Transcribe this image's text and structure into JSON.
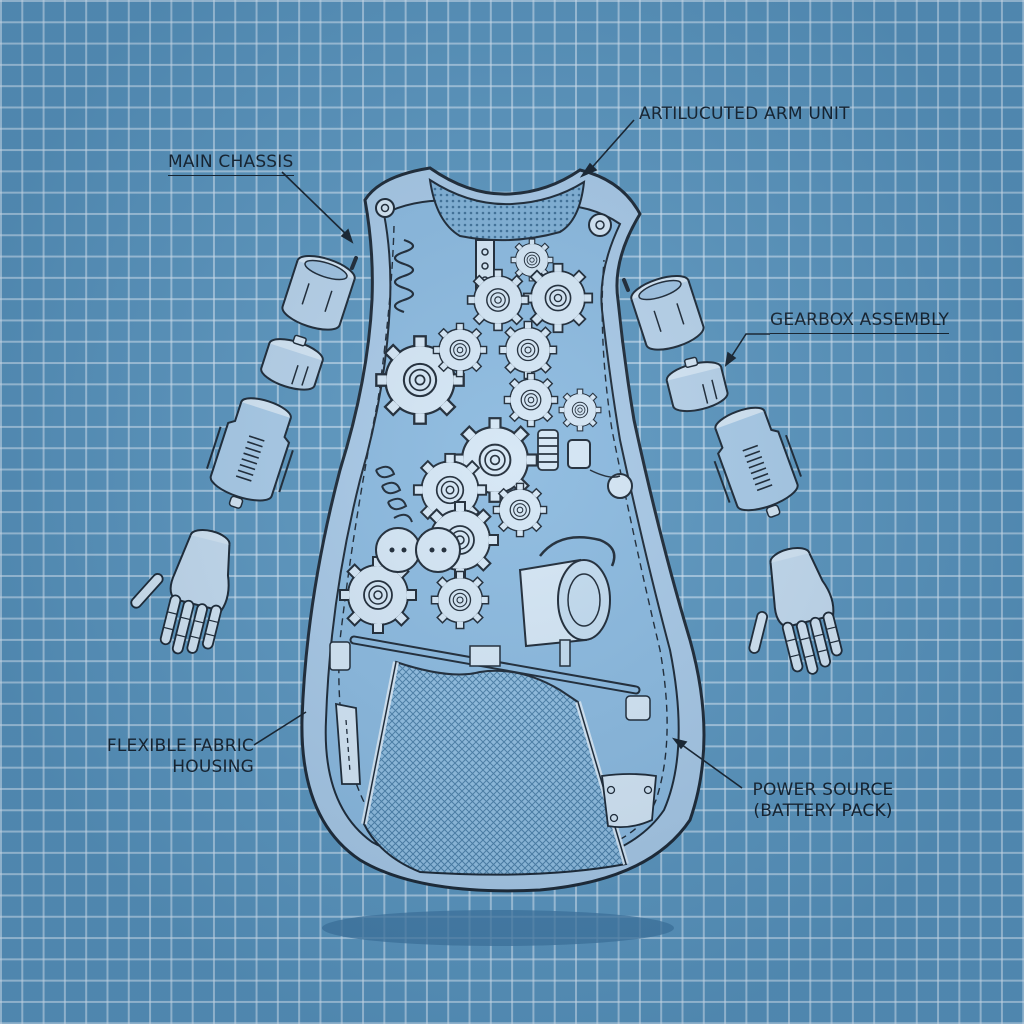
{
  "diagram": {
    "style": "blueprint",
    "colors": {
      "background": "#5a95be",
      "grid_line": "#d6e8f5",
      "part_fill": "#c9def0",
      "part_fill_light": "#dbe9f6",
      "outline": "#1a2633",
      "shadow": "#3f76a0"
    },
    "subject": "Exploded mechanical sleeping sack with robotic arms",
    "callouts": [
      {
        "id": "articulated-arm-unit",
        "text": "ARTILUCUTED ARM UNIT",
        "underlined": false,
        "target": "neckline / top of chassis"
      },
      {
        "id": "main-chassis",
        "text": "MAIN CHASSIS",
        "underlined": true,
        "target": "left shoulder of body"
      },
      {
        "id": "gearbox-assembly",
        "text": "GEARBOX ASSEMBLY",
        "underlined": true,
        "target": "right arm gearbox segment"
      },
      {
        "id": "flexible-fabric-housing",
        "text": [
          "FLEXIBLE FABRIC",
          "HOUSING"
        ],
        "underlined": false,
        "target": "left edge of fabric shell"
      },
      {
        "id": "power-source",
        "text": [
          "POWER SOURCE",
          "(BATTERY PACK)"
        ],
        "underlined": false,
        "target": "right edge of fabric shell"
      }
    ],
    "components": {
      "arms": [
        {
          "side": "left",
          "segments": [
            "shoulder-cylinder",
            "gearbox-ring",
            "spring-actuator",
            "connector-nub",
            "robotic-hand"
          ]
        },
        {
          "side": "right",
          "segments": [
            "shoulder-cylinder",
            "gearbox-ring",
            "spring-actuator",
            "connector-nub",
            "robotic-hand"
          ]
        }
      ],
      "body": [
        "neckline-mesh",
        "button-placket",
        "gears",
        "springs",
        "motor",
        "cross-rod",
        "lower-mesh-panel",
        "tag-strip",
        "side-pocket",
        "ground-shadow"
      ]
    }
  }
}
